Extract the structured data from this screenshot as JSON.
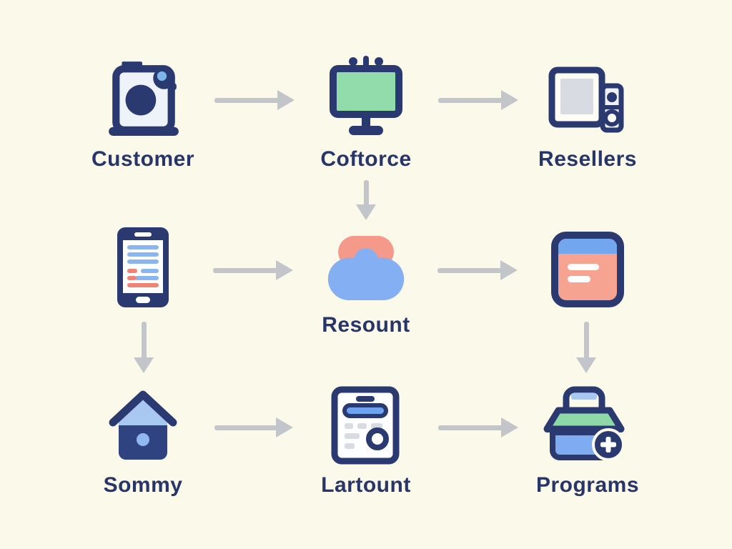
{
  "diagram": {
    "background_color": "#fbf9ea",
    "label_color": "#283568",
    "arrow_color": "#c2c5ca",
    "palette": {
      "navy": "#2a3a70",
      "green": "#92dcab",
      "salmon": "#f59a8a",
      "blue": "#7fabf0",
      "light_blue": "#a9c8f1",
      "gray_fill": "#d8dce2",
      "screen_white": "#eef3fa"
    },
    "nodes": [
      {
        "id": "customer",
        "label": "Customer",
        "icon": "camera-icon"
      },
      {
        "id": "coftorce",
        "label": "Coftorce",
        "icon": "monitor-icon"
      },
      {
        "id": "resellers",
        "label": "Resellers",
        "icon": "display-speaker-icon"
      },
      {
        "id": "smartphone",
        "label": "",
        "icon": "smartphone-icon"
      },
      {
        "id": "resount",
        "label": "Resount",
        "icon": "cloud-icon"
      },
      {
        "id": "browser-card",
        "label": "",
        "icon": "browser-card-icon"
      },
      {
        "id": "sommy",
        "label": "Sommy",
        "icon": "house-icon"
      },
      {
        "id": "lartount",
        "label": "Lartount",
        "icon": "document-icon"
      },
      {
        "id": "programs",
        "label": "Programs",
        "icon": "toolbox-plus-icon"
      }
    ],
    "connections": [
      {
        "from": "customer",
        "to": "coftorce",
        "direction": "right"
      },
      {
        "from": "coftorce",
        "to": "resellers",
        "direction": "right"
      },
      {
        "from": "coftorce",
        "to": "resount",
        "direction": "down"
      },
      {
        "from": "smartphone",
        "to": "resount",
        "direction": "right"
      },
      {
        "from": "resount",
        "to": "browser-card",
        "direction": "right"
      },
      {
        "from": "smartphone",
        "to": "sommy",
        "direction": "down"
      },
      {
        "from": "browser-card",
        "to": "programs",
        "direction": "down"
      },
      {
        "from": "sommy",
        "to": "lartount",
        "direction": "right"
      },
      {
        "from": "lartount",
        "to": "programs",
        "direction": "right"
      }
    ]
  }
}
